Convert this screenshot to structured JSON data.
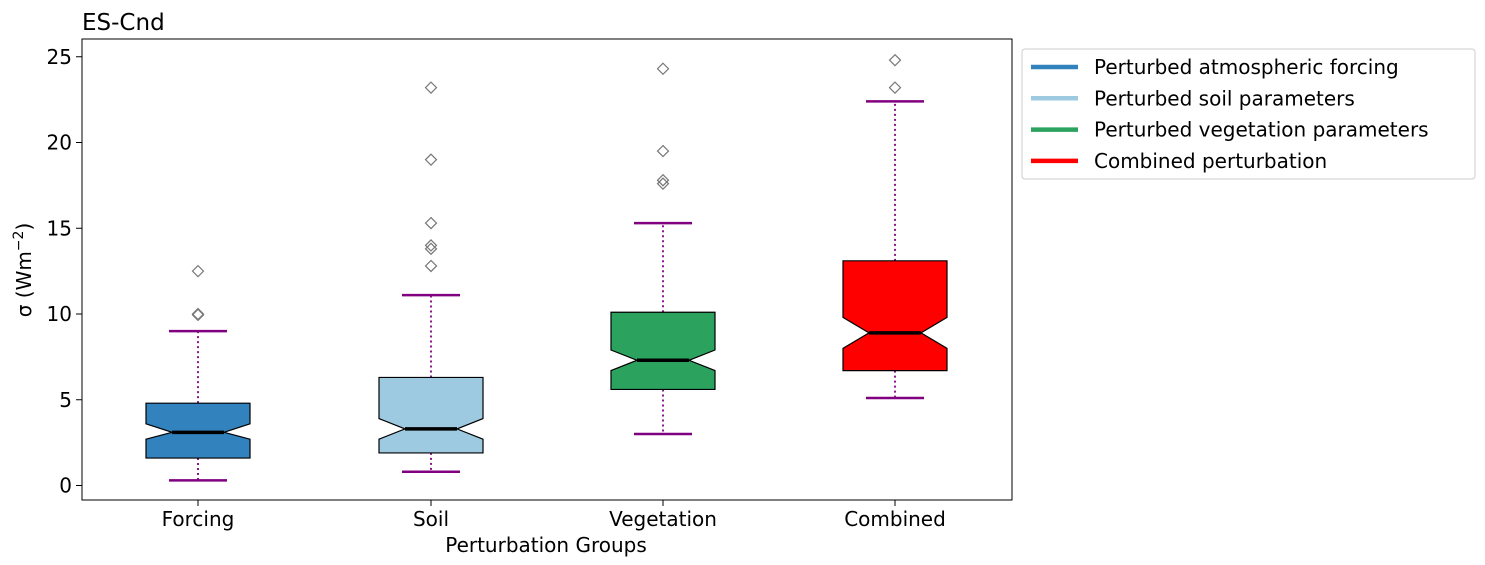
{
  "chart_data": {
    "type": "boxplot",
    "title": "ES-Cnd",
    "xlabel": "Perturbation Groups",
    "ylabel": "σ (Wm⁻²)",
    "ylabel_parts": {
      "prefix": "σ (Wm",
      "sup": "−2",
      "suffix": ")"
    },
    "ylim": [
      -0.8,
      26
    ],
    "yticks": [
      0,
      5,
      10,
      15,
      20,
      25
    ],
    "grid": false,
    "legend_position": "outside-top-right",
    "categories": [
      "Forcing",
      "Soil",
      "Vegetation",
      "Combined"
    ],
    "boxes": [
      {
        "category": "Forcing",
        "color": "#3182bd",
        "whisker_low": 0.3,
        "q1": 1.6,
        "median": 3.1,
        "q3": 4.8,
        "whisker_high": 9.0,
        "notch_low": 2.7,
        "notch_high": 3.6,
        "outliers": [
          9.95,
          10.0,
          12.5
        ]
      },
      {
        "category": "Soil",
        "color": "#9ecae1",
        "whisker_low": 0.8,
        "q1": 1.9,
        "median": 3.3,
        "q3": 6.3,
        "whisker_high": 11.1,
        "notch_low": 2.7,
        "notch_high": 3.9,
        "outliers": [
          12.8,
          13.8,
          14.0,
          15.3,
          19.0,
          23.2
        ]
      },
      {
        "category": "Vegetation",
        "color": "#2ca25f",
        "whisker_low": 3.0,
        "q1": 5.6,
        "median": 7.3,
        "q3": 10.1,
        "whisker_high": 15.3,
        "notch_low": 6.7,
        "notch_high": 7.9,
        "outliers": [
          17.6,
          17.8,
          19.5,
          24.3
        ]
      },
      {
        "category": "Combined",
        "color": "#ff0000",
        "whisker_low": 5.1,
        "q1": 6.7,
        "median": 8.9,
        "q3": 13.1,
        "whisker_high": 22.4,
        "notch_low": 8.0,
        "notch_high": 9.8,
        "outliers": [
          23.2,
          24.8
        ]
      }
    ],
    "whisker_color": "#800080",
    "outlier_color": "#777777",
    "legend": [
      {
        "label": "Perturbed atmospheric forcing",
        "color": "#3182bd"
      },
      {
        "label": "Perturbed soil parameters",
        "color": "#9ecae1"
      },
      {
        "label": "Perturbed vegetation parameters",
        "color": "#2ca25f"
      },
      {
        "label": "Combined perturbation",
        "color": "#ff0000"
      }
    ]
  }
}
